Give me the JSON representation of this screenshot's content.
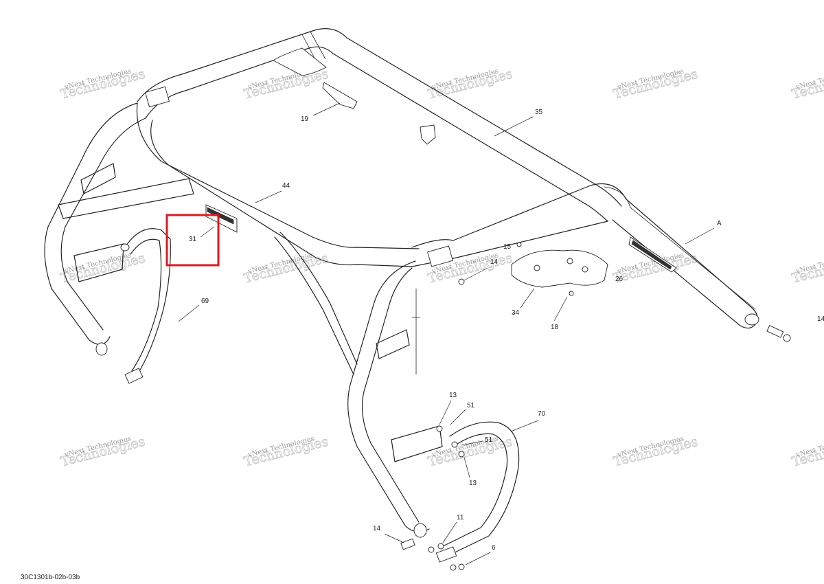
{
  "diagram": {
    "id_code": "30C1301b-02b-03b",
    "highlight_color": "#e0191f",
    "highlighted_part": "31"
  },
  "watermark": {
    "small_text": "vNext Technologies",
    "big_text": "Technologies"
  },
  "callouts": [
    "19",
    "35",
    "44",
    "A",
    "31",
    "15",
    "14",
    "26",
    "34",
    "18",
    "69",
    "14",
    "13",
    "51",
    "70",
    "51",
    "13",
    "11",
    "6",
    "14"
  ]
}
